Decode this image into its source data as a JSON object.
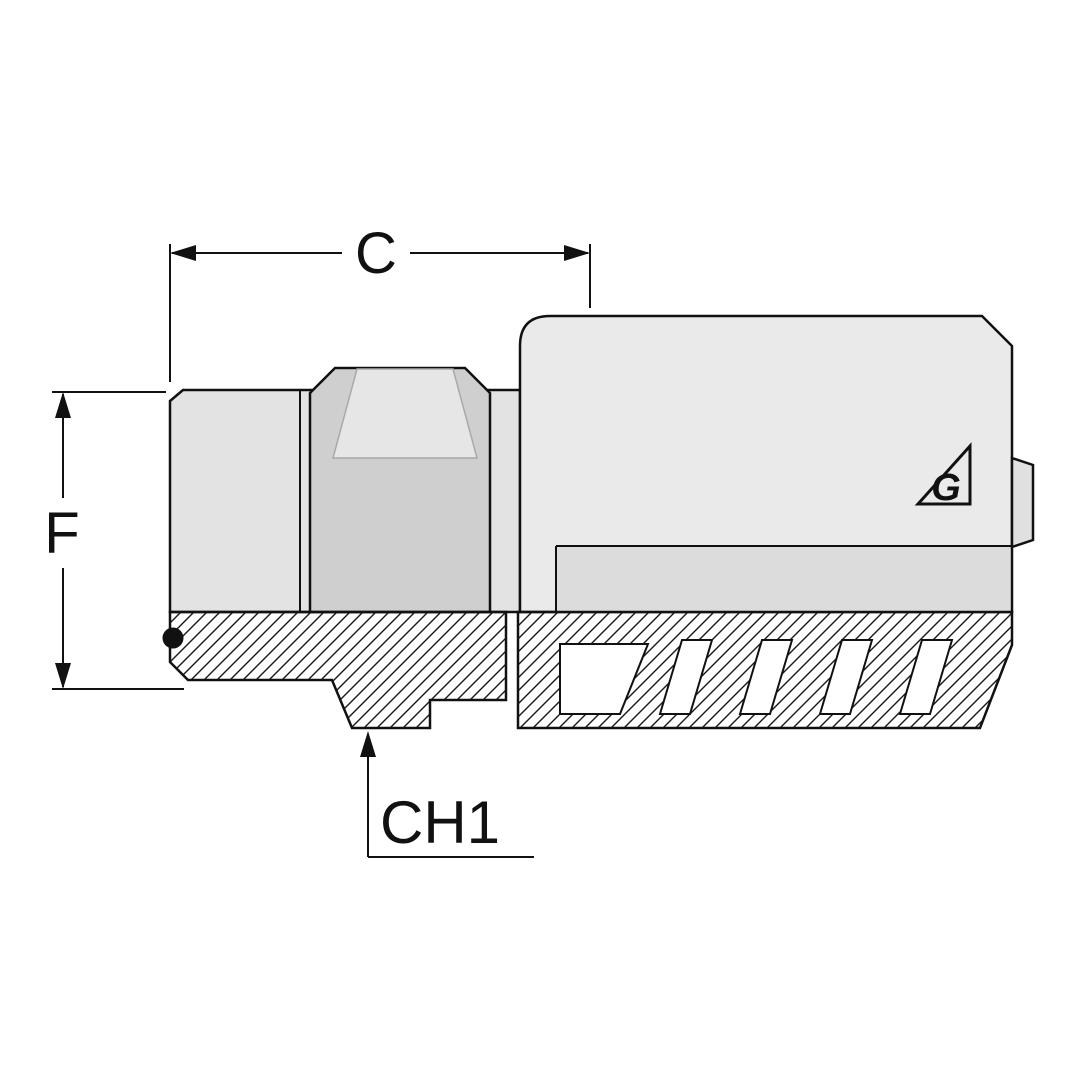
{
  "drawing": {
    "labels": {
      "c": "C",
      "f": "F",
      "ch1": "CH1"
    },
    "logo": "G",
    "colors": {
      "background": "#ffffff",
      "outline": "#111111",
      "body_fill": "#e3e3e3",
      "hex_fill": "#cfcfcf",
      "hex_flat_fill": "#e6e6e6",
      "ferrule_fill": "#eaeaea",
      "band_fill": "#dcdcdc",
      "step_fill": "#e0e0e0"
    }
  }
}
